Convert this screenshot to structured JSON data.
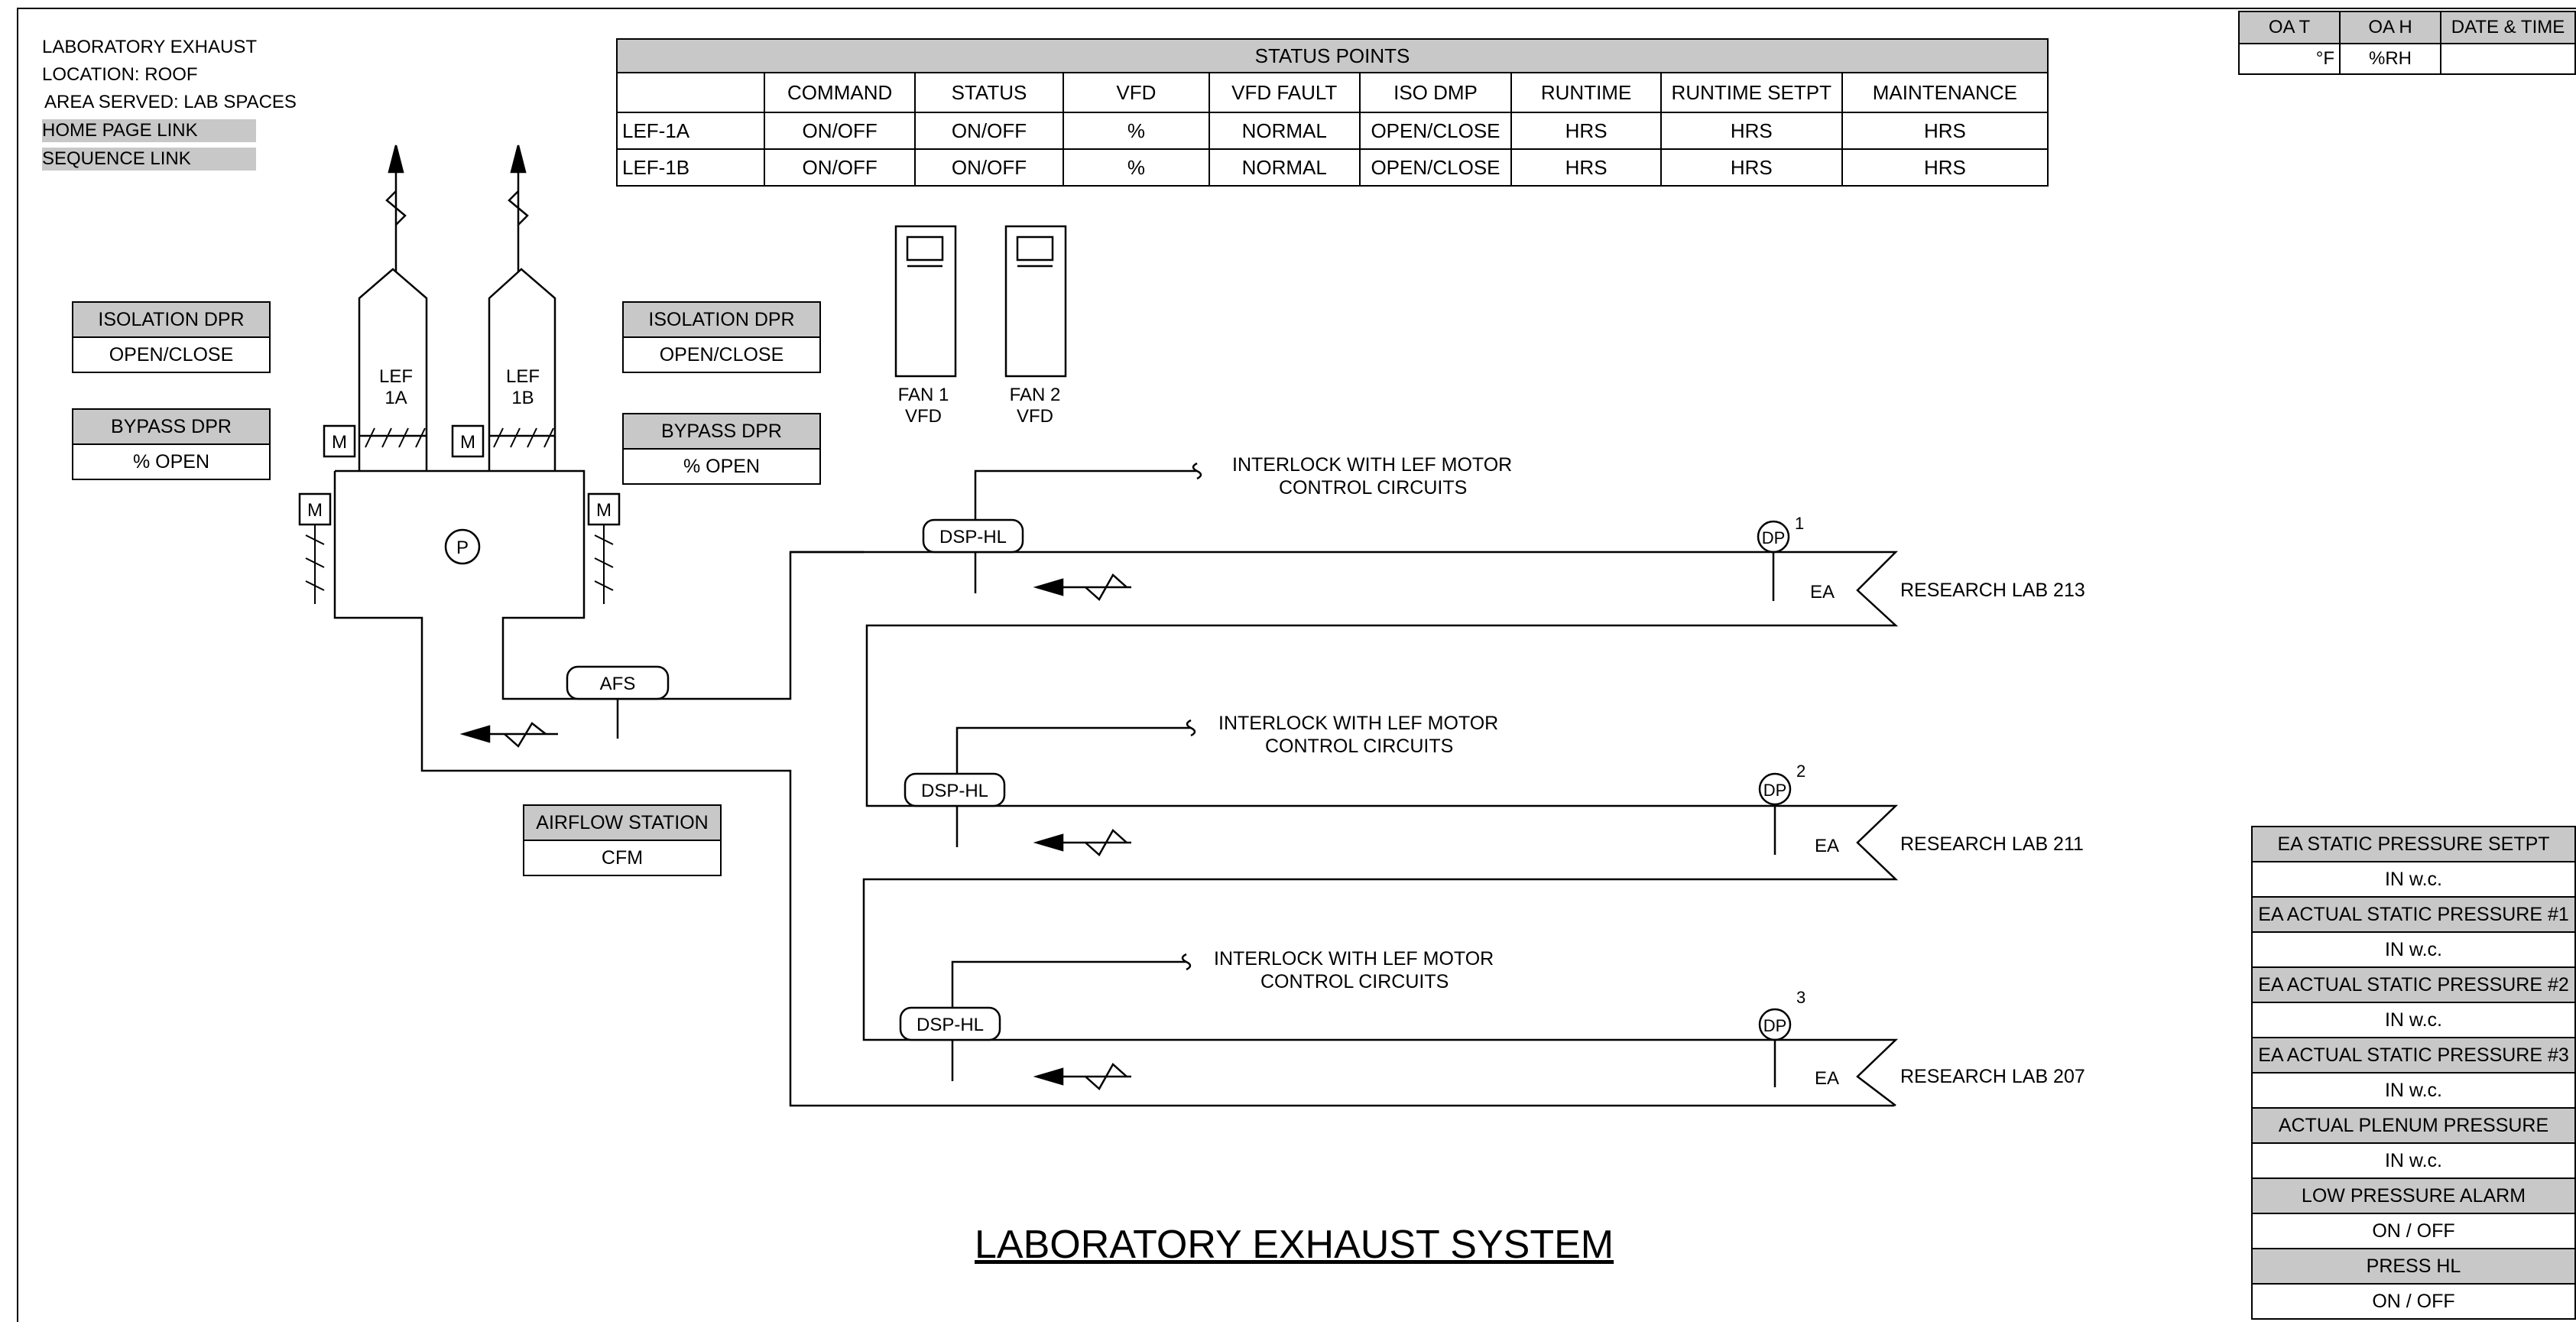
{
  "header_info": {
    "line1": "LABORATORY EXHAUST",
    "line2": "LOCATION: ROOF",
    "line3": "AREA SERVED: LAB SPACES",
    "home_link": "HOME PAGE LINK",
    "sequence_link": "SEQUENCE LINK"
  },
  "status_points": {
    "title": "STATUS POINTS",
    "columns": [
      "COMMAND",
      "STATUS",
      "VFD",
      "VFD FAULT",
      "ISO DMP",
      "RUNTIME",
      "RUNTIME SETPT",
      "MAINTENANCE"
    ],
    "rows": [
      {
        "name": "LEF-1A",
        "cells": [
          "ON/OFF",
          "ON/OFF",
          "%",
          "NORMAL",
          "OPEN/CLOSE",
          "HRS",
          "HRS",
          "HRS"
        ]
      },
      {
        "name": "LEF-1B",
        "cells": [
          "ON/OFF",
          "ON/OFF",
          "%",
          "NORMAL",
          "OPEN/CLOSE",
          "HRS",
          "HRS",
          "HRS"
        ]
      }
    ]
  },
  "oa": {
    "temp_header": "OA T",
    "hum_header": "OA H",
    "date_header": "DATE & TIME",
    "temp_unit": "°F",
    "hum_unit": "%RH"
  },
  "left_panel": {
    "iso_title": "ISOLATION DPR",
    "iso_value": "OPEN/CLOSE",
    "bypass_title": "BYPASS DPR",
    "bypass_value": "% OPEN"
  },
  "right_panel": {
    "iso_title": "ISOLATION DPR",
    "iso_value": "OPEN/CLOSE",
    "bypass_title": "BYPASS DPR",
    "bypass_value": "% OPEN"
  },
  "airflow": {
    "title": "AIRFLOW STATION",
    "value": "CFM"
  },
  "diagram": {
    "lef_a_l1": "LEF",
    "lef_a_l2": "1A",
    "lef_b_l1": "LEF",
    "lef_b_l2": "1B",
    "motor": "M",
    "plenum_p": "P",
    "fan1_l1": "FAN 1",
    "fan1_l2": "VFD",
    "fan2_l1": "FAN 2",
    "fan2_l2": "VFD",
    "afs": "AFS",
    "dsp": "DSP-HL",
    "dp": "DP",
    "ea": "EA",
    "interlock_l1": "INTERLOCK WITH LEF MOTOR",
    "interlock_l2": "CONTROL CIRCUITS",
    "labs": [
      {
        "num": "1",
        "name": "RESEARCH LAB 213"
      },
      {
        "num": "2",
        "name": "RESEARCH LAB 211"
      },
      {
        "num": "3",
        "name": "RESEARCH LAB 207"
      }
    ]
  },
  "pressure_panel": [
    {
      "title": "EA STATIC PRESSURE SETPT",
      "value": "IN w.c."
    },
    {
      "title": "EA ACTUAL STATIC PRESSURE #1",
      "value": "IN w.c."
    },
    {
      "title": "EA ACTUAL STATIC PRESSURE #2",
      "value": "IN w.c."
    },
    {
      "title": "EA ACTUAL STATIC PRESSURE #3",
      "value": "IN w.c."
    },
    {
      "title": "ACTUAL PLENUM PRESSURE",
      "value": "IN w.c."
    },
    {
      "title": "LOW PRESSURE ALARM",
      "value": "ON / OFF"
    },
    {
      "title": "PRESS HL",
      "value": "ON / OFF"
    }
  ],
  "page_title": "LABORATORY EXHAUST SYSTEM"
}
